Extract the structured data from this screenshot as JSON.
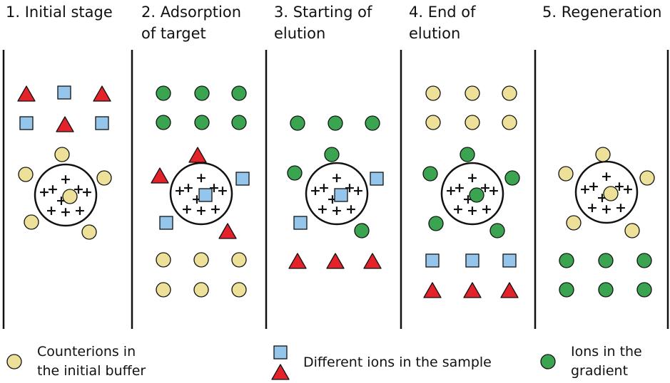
{
  "stages": [
    {
      "title": "1. Initial stage"
    },
    {
      "title": "2.  Adsorption\nof target"
    },
    {
      "title": "3.  Starting of\nelution"
    },
    {
      "title": "4.  End of\nelution"
    },
    {
      "title": "5. Regeneration"
    }
  ],
  "bead_charge_symbol": "+",
  "legend": {
    "counterions": "Counterions in\nthe initial buffer",
    "sample_ions": "Different ions in the sample",
    "gradient_ions": "Ions in the\ngradient"
  },
  "colors": {
    "counterion": "#ede098",
    "sample_square": "#93c6ea",
    "sample_triangle": "#e4222a",
    "gradient_ion": "#3aa451",
    "outline": "#111111"
  }
}
